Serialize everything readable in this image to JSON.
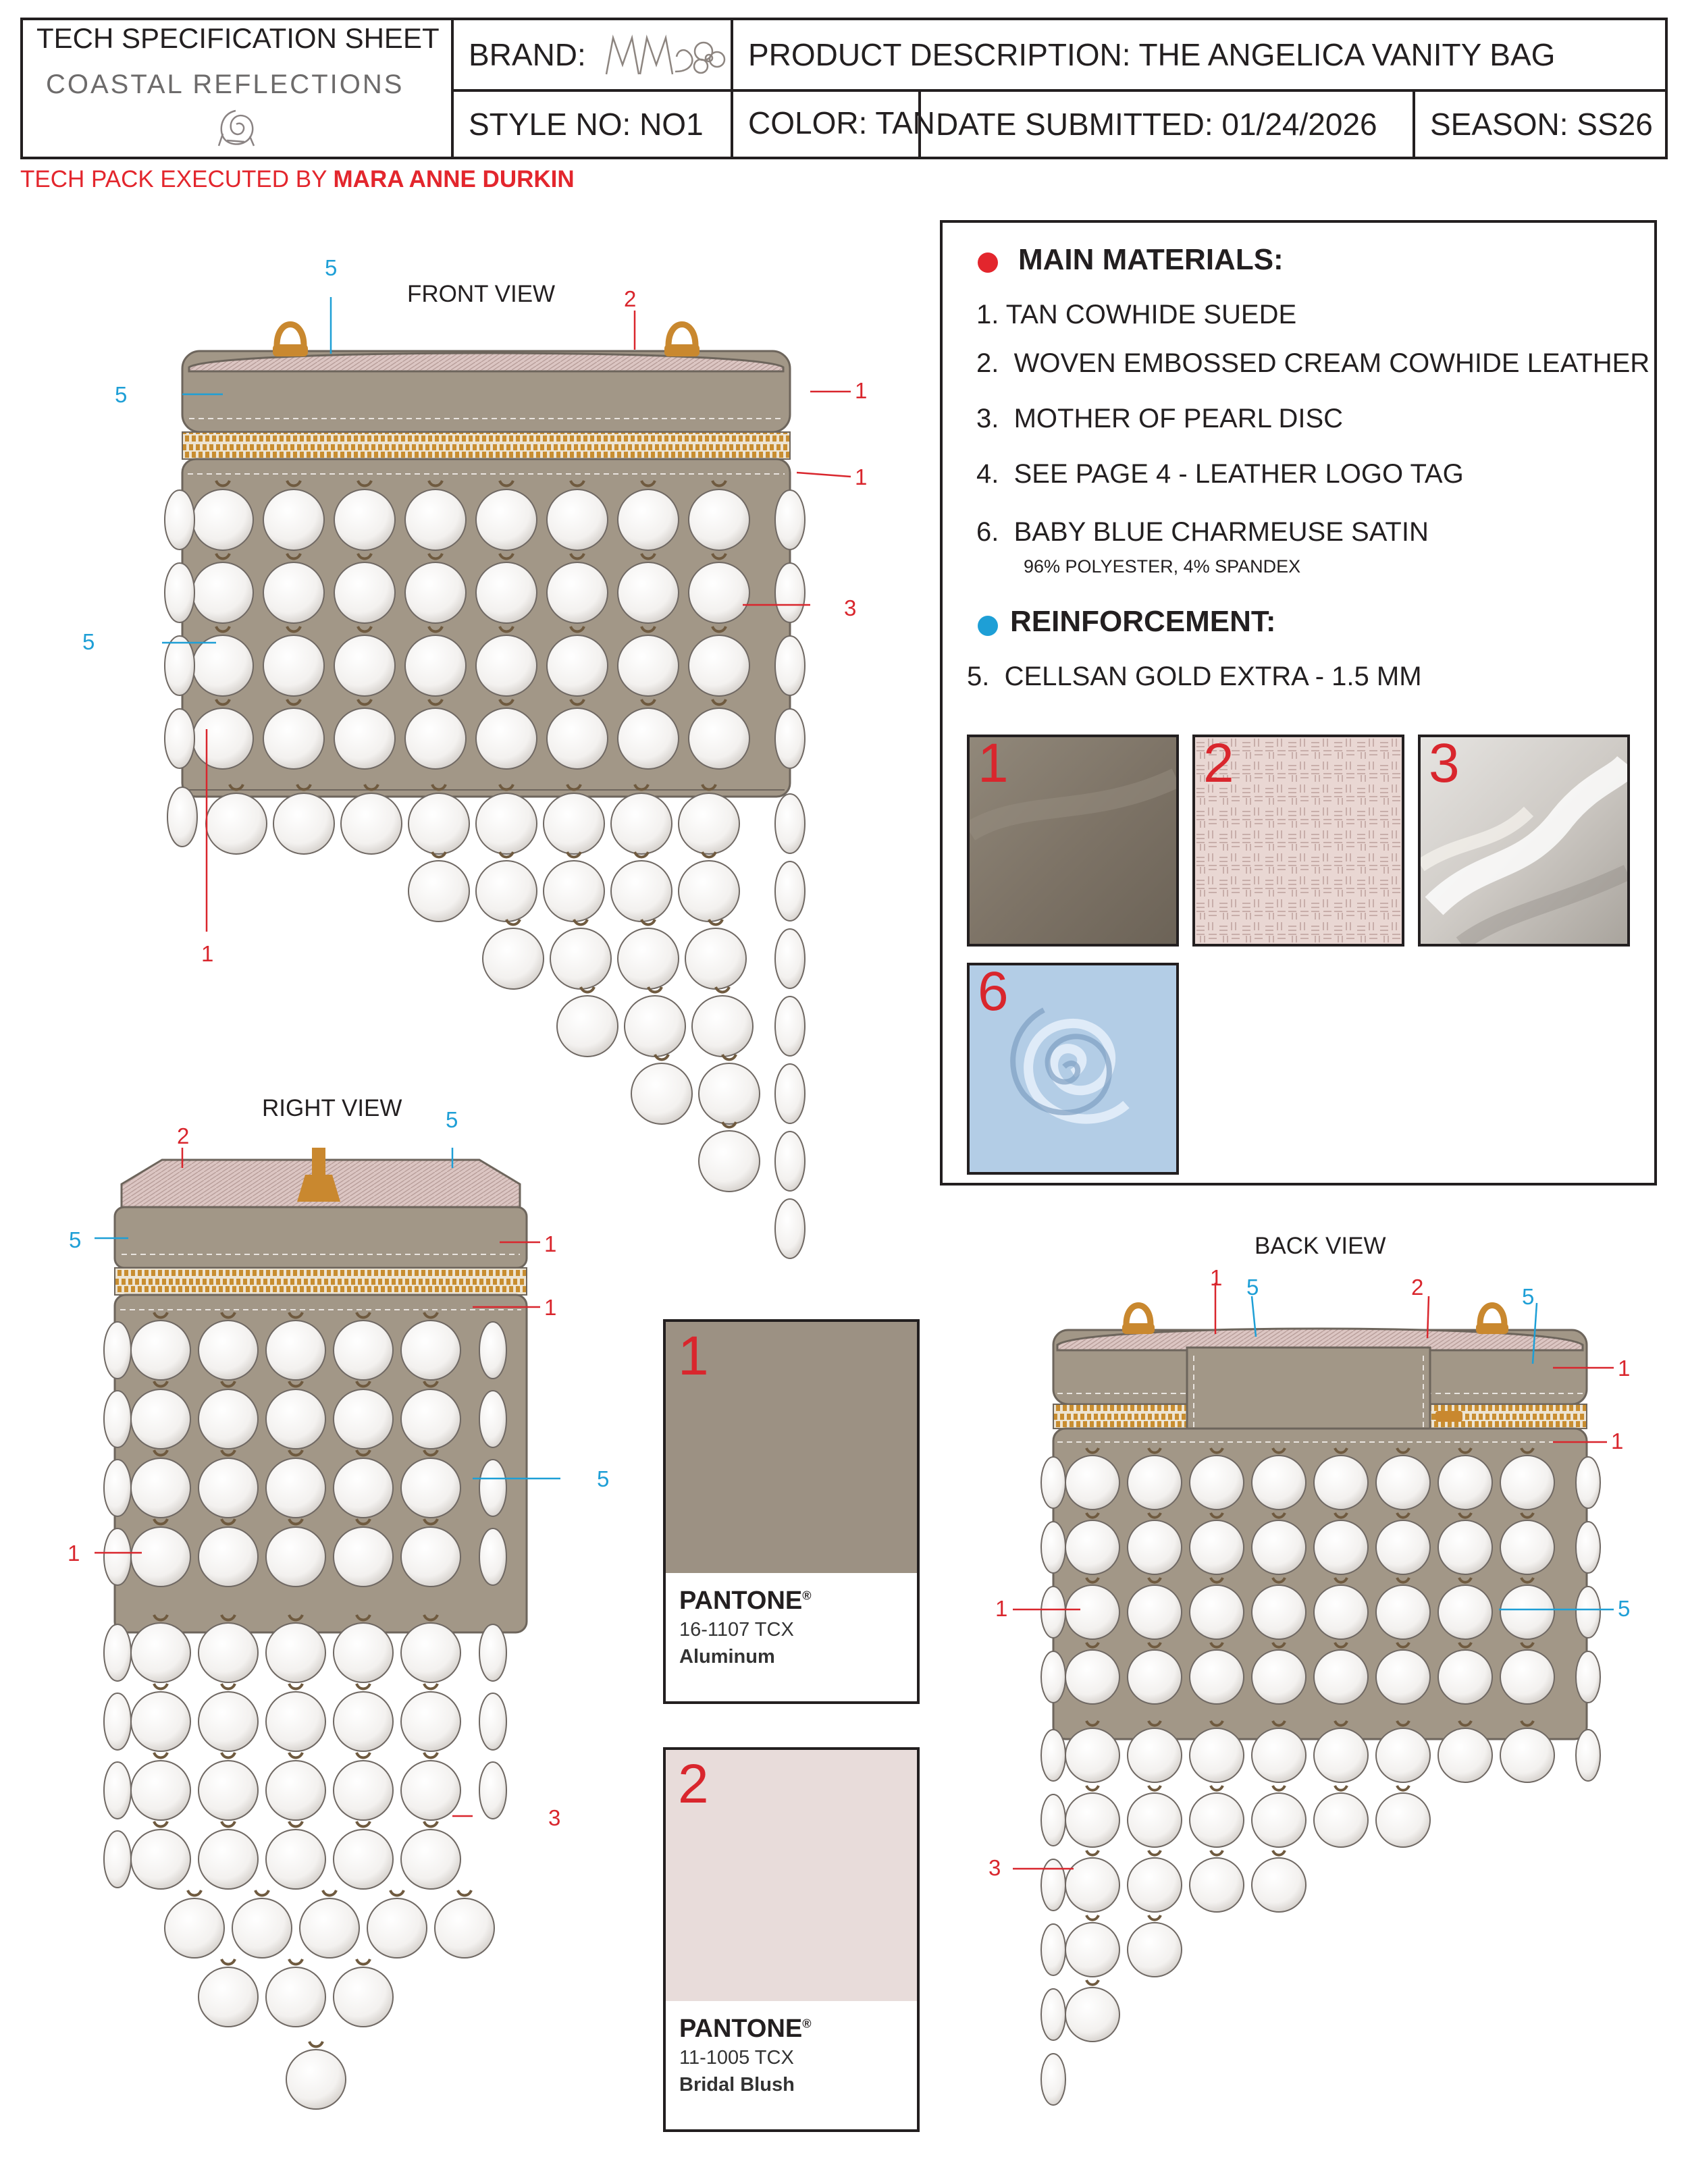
{
  "header": {
    "sheet_title": "TECH SPECIFICATION SHEET",
    "collection": "COASTAL REFLECTIONS",
    "brand_label": "BRAND:",
    "product_description": "PRODUCT DESCRIPTION: THE ANGELICA VANITY BAG",
    "style_no": "STYLE NO: NO1",
    "color": "COLOR: TAN",
    "date_submitted": "DATE SUBMITTED: 01/24/2026",
    "season": "SEASON: SS26"
  },
  "executed_by": {
    "prefix": "TECH PACK EXECUTED BY ",
    "name": "MARA ANNE DURKIN"
  },
  "views": {
    "front": "FRONT VIEW",
    "right": "RIGHT VIEW",
    "back": "BACK VIEW"
  },
  "callouts": {
    "n1": "1",
    "n2": "2",
    "n3": "3",
    "n5": "5"
  },
  "materials": {
    "main_heading": "MAIN MATERIALS:",
    "items": [
      {
        "num": "1.",
        "label": "TAN COWHIDE SUEDE"
      },
      {
        "num": "2.",
        "label": "WOVEN EMBOSSED CREAM COWHIDE LEATHER"
      },
      {
        "num": "3.",
        "label": "MOTHER OF PEARL DISC"
      },
      {
        "num": "4.",
        "label": "SEE PAGE 4 - LEATHER LOGO TAG"
      },
      {
        "num": "6.",
        "label": "BABY BLUE CHARMEUSE SATIN"
      }
    ],
    "item6_sub": "96% POLYESTER, 4% SPANDEX",
    "reinforcement_heading": "REINFORCEMENT:",
    "reinforcement_item": {
      "num": "5.",
      "label": "CELLSAN GOLD EXTRA - 1.5 MM"
    },
    "swatches": [
      {
        "num": "1",
        "color": "#857a6c"
      },
      {
        "num": "2",
        "color": "#ead8d4"
      },
      {
        "num": "3",
        "color": "#d8d6d3"
      },
      {
        "num": "6",
        "color": "#b3cde6"
      }
    ]
  },
  "pantone": [
    {
      "num": "1",
      "brand": "PANTONE",
      "code": "16-1107 TCX",
      "name": "Aluminum",
      "color": "#9c9183"
    },
    {
      "num": "2",
      "brand": "PANTONE",
      "code": "11-1005 TCX",
      "name": "Bridal Blush",
      "color": "#e8dcda"
    }
  ],
  "colors": {
    "suede": "#a29787",
    "woven_leather": "#dcc7c4",
    "zipper_gold": "#d19a3e",
    "hardware_gold": "#c9882f",
    "pearl": "#f2f0ee",
    "callout_red": "#d9262d",
    "callout_blue": "#1e9fd6"
  }
}
